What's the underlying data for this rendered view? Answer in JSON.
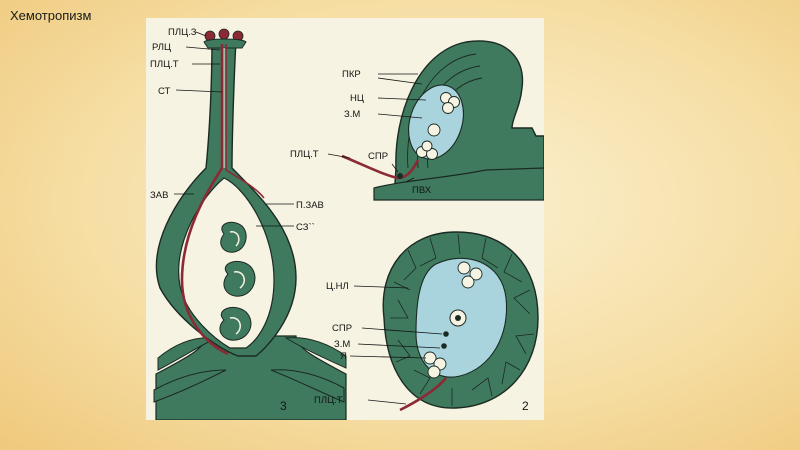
{
  "slide": {
    "title": "Хемотропизм"
  },
  "figure3": {
    "number": "3",
    "labels": {
      "plc_z": "ПЛЦ.З",
      "rlc": "РЛЦ",
      "plc_t": "ПЛЦ.Т",
      "st": "СТ",
      "zav": "ЗАВ",
      "p_zav": "П.ЗАВ",
      "sz": "СЗ``"
    }
  },
  "figure1": {
    "labels": {
      "pkr": "ПКР",
      "nc": "НЦ",
      "z_m": "З.М",
      "plc_t": "ПЛЦ.Т",
      "spr": "СПР",
      "pvh": "ПВХ"
    }
  },
  "figure2": {
    "number": "2",
    "labels": {
      "c_nl": "Ц.НЛ",
      "spr": "СПР",
      "z_m": "З.М",
      "ya": "Я",
      "plc_t": "ПЛЦ.Т"
    }
  },
  "colors": {
    "tissue_green": "#3f7a5e",
    "pollen_tube": "#8b2a35",
    "cavity": "#f6f3e3",
    "sac_blue": "#a9d4de",
    "outline": "#1b2a22"
  }
}
